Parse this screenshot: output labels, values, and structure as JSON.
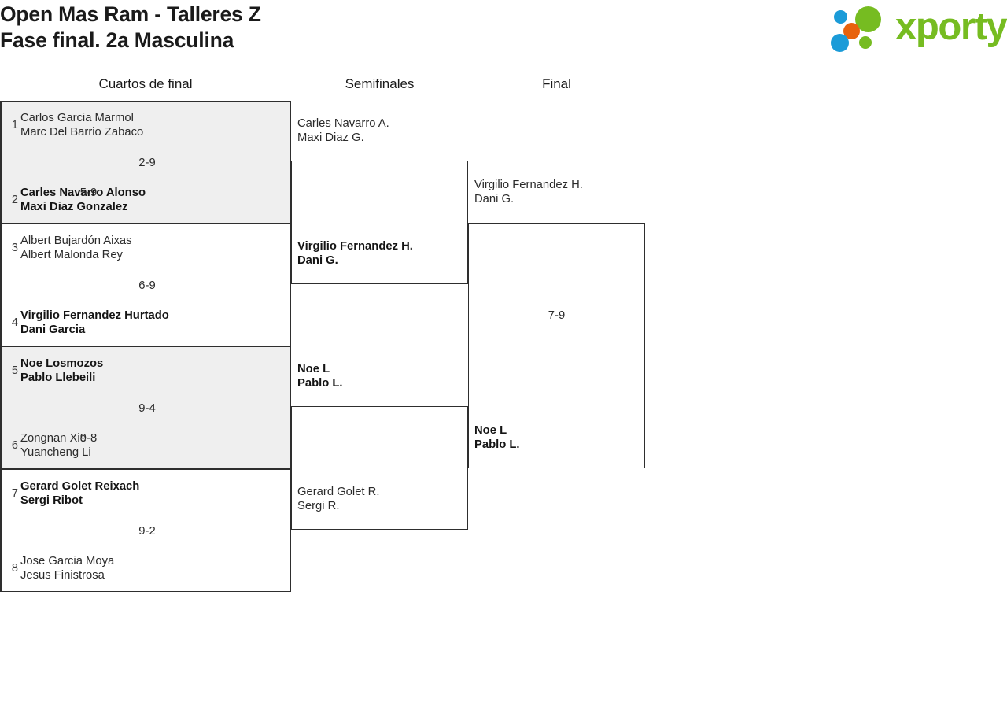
{
  "header": {
    "title_line1": "Open Mas Ram - Talleres Z",
    "title_line2": "Fase final. 2a Masculina",
    "logo_text": "xporty",
    "logo_colors": {
      "green": "#76bc21",
      "blue": "#1b9bd8",
      "orange": "#e8620c"
    }
  },
  "rounds": [
    {
      "label": "Cuartos de final"
    },
    {
      "label": "Semifinales"
    },
    {
      "label": "Final"
    }
  ],
  "quarterfinals": [
    {
      "shaded": true,
      "score": "2-9",
      "top": {
        "seed": "1",
        "p1": "Carlos Garcia Marmol",
        "p2": "Marc Del Barrio Zabaco",
        "winner": false
      },
      "bottom": {
        "seed": "2",
        "p1": "Carles Navarro Alonso",
        "p2": "Maxi Diaz Gonzalez",
        "winner": true
      }
    },
    {
      "shaded": false,
      "score": "6-9",
      "top": {
        "seed": "3",
        "p1": "Albert Bujardón Aixas",
        "p2": "Albert Malonda Rey",
        "winner": false
      },
      "bottom": {
        "seed": "4",
        "p1": "Virgilio Fernandez Hurtado",
        "p2": "Dani Garcia",
        "winner": true
      }
    },
    {
      "shaded": true,
      "score": "9-4",
      "top": {
        "seed": "5",
        "p1": "Noe Losmozos",
        "p2": "Pablo Llebeili",
        "winner": true
      },
      "bottom": {
        "seed": "6",
        "p1": "Zongnan Xie",
        "p2": "Yuancheng Li",
        "winner": false
      }
    },
    {
      "shaded": false,
      "score": "9-2",
      "top": {
        "seed": "7",
        "p1": "Gerard Golet Reixach",
        "p2": "Sergi Ribot",
        "winner": true
      },
      "bottom": {
        "seed": "8",
        "p1": "Jose Garcia Moya",
        "p2": "Jesus Finistrosa",
        "winner": false
      }
    }
  ],
  "semifinals": [
    {
      "score": "5-9",
      "top": {
        "p1": "Carles Navarro A.",
        "p2": "Maxi Diaz G.",
        "winner": false
      },
      "bottom": {
        "p1": "Virgilio Fernandez H.",
        "p2": "Dani G.",
        "winner": true
      }
    },
    {
      "score": "9-8",
      "top": {
        "p1": "Noe L",
        "p2": "Pablo L.",
        "winner": true
      },
      "bottom": {
        "p1": "Gerard Golet R.",
        "p2": "Sergi R.",
        "winner": false
      }
    }
  ],
  "final": {
    "score": "7-9",
    "top": {
      "p1": "Virgilio Fernandez H.",
      "p2": "Dani G.",
      "winner": false
    },
    "bottom": {
      "p1": "Noe L",
      "p2": "Pablo L.",
      "winner": true
    }
  }
}
